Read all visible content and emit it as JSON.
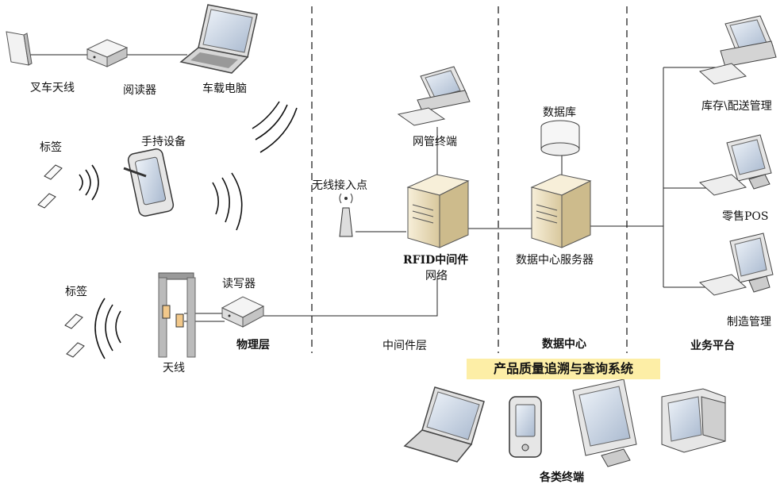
{
  "labels": {
    "forklift_antenna": "叉车天线",
    "reader_top": "阅读器",
    "vehicle_pc": "车载电脑",
    "tag_mid": "标签",
    "handheld": "手持设备",
    "tag_bottom": "标签",
    "gate_antenna": "天线",
    "reader_writer": "读写器",
    "physical_layer": "物理层",
    "wireless_ap": "无线接入点",
    "nms_terminal": "网管终端",
    "rfid_middleware": "RFID中间件",
    "network": "网络",
    "middleware_layer": "中间件层",
    "database": "数据库",
    "dc_server": "数据中心服务器",
    "data_center": "数据中心",
    "inventory_mgmt": "库存\\配送管理",
    "retail_pos": "零售POS",
    "manufacturing_mgmt": "制造管理",
    "business_platform": "业务平台",
    "system_banner": "产品质量追溯与查询系统",
    "all_terminals": "各类终端"
  },
  "icons": {
    "forklift_antenna": "antenna-panel-icon",
    "reader": "reader-box-icon",
    "laptop": "laptop-icon",
    "handheld": "handheld-device-icon",
    "tag": "rfid-tag-icon",
    "gate": "rfid-gate-icon",
    "ap": "wireless-ap-icon",
    "desktop": "desktop-computer-icon",
    "server": "server-tower-icon",
    "database": "database-cylinder-icon",
    "pda": "pda-icon",
    "monitor": "monitor-icon",
    "crt": "crt-monitor-icon"
  },
  "colors": {
    "banner_bg": "#fdeea6",
    "server_body": "#efe4c6",
    "line": "#111111"
  }
}
